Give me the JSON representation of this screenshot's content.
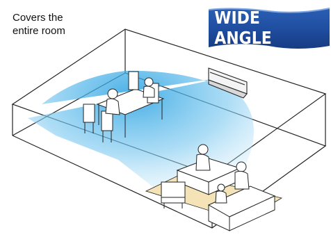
{
  "caption": {
    "line1": "Covers the",
    "line2": "entire room"
  },
  "badge": {
    "text": "WIDE ANGLE",
    "color": "#1f4c9e"
  },
  "scene": {
    "airflow_color": "#4fb3e6",
    "floor_rug_color": "#f3e3b6",
    "outline_color": "#222222",
    "furniture_fill": "#ffffff",
    "wall_unit_icon": "air-conditioner-icon"
  }
}
